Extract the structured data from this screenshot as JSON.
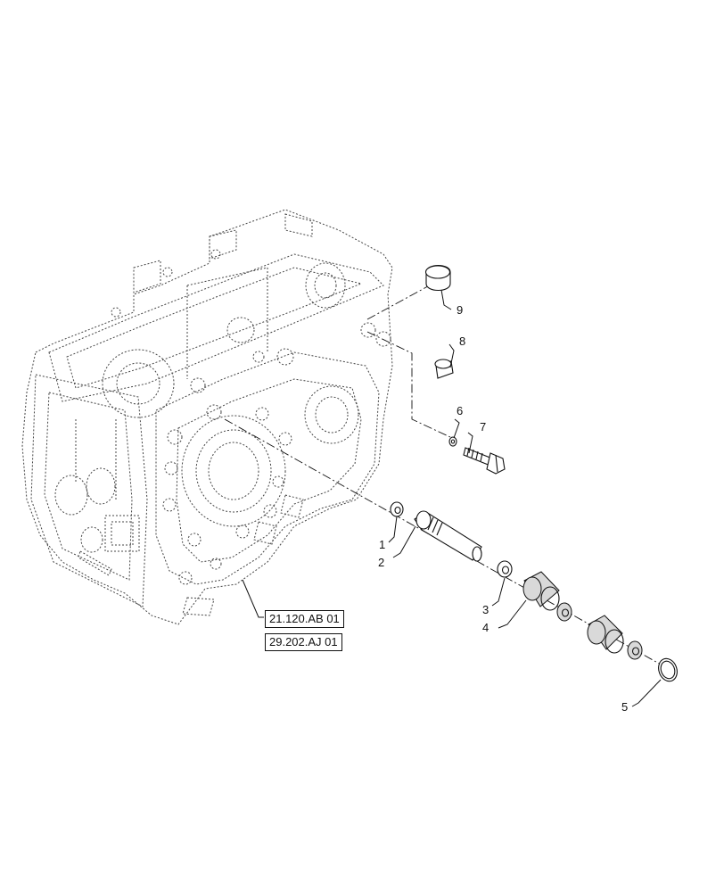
{
  "callouts": [
    "1",
    "2",
    "3",
    "4",
    "5",
    "6",
    "7",
    "8",
    "9"
  ],
  "references": [
    "21.120.AB 01",
    "29.202.AJ 01"
  ]
}
